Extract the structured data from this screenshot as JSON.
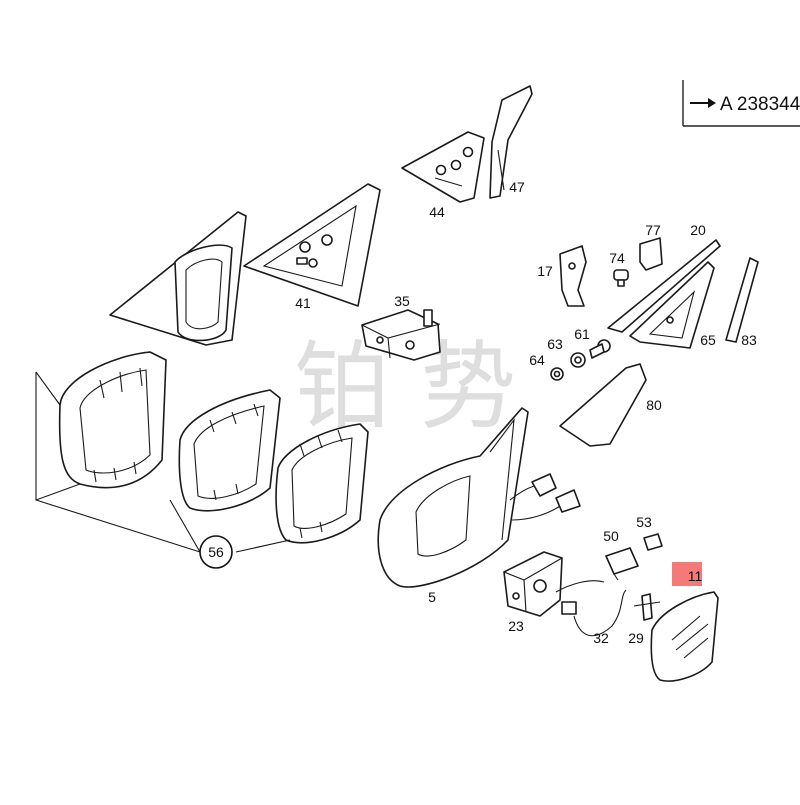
{
  "reference": {
    "text": "A 238344",
    "arrow_icon": "right-arrow-icon"
  },
  "watermark": {
    "text": "铂势"
  },
  "highlight_color": "#f36b6b",
  "callouts": [
    {
      "id": "callout-47",
      "label": "47"
    },
    {
      "id": "callout-44",
      "label": "44"
    },
    {
      "id": "callout-41",
      "label": "41"
    },
    {
      "id": "callout-35",
      "label": "35"
    },
    {
      "id": "callout-17",
      "label": "17"
    },
    {
      "id": "callout-74",
      "label": "74"
    },
    {
      "id": "callout-77",
      "label": "77"
    },
    {
      "id": "callout-20",
      "label": "20"
    },
    {
      "id": "callout-64",
      "label": "64"
    },
    {
      "id": "callout-63",
      "label": "63"
    },
    {
      "id": "callout-61",
      "label": "61"
    },
    {
      "id": "callout-65",
      "label": "65"
    },
    {
      "id": "callout-83",
      "label": "83"
    },
    {
      "id": "callout-80",
      "label": "80"
    },
    {
      "id": "callout-56",
      "label": "56"
    },
    {
      "id": "callout-5",
      "label": "5"
    },
    {
      "id": "callout-50",
      "label": "50"
    },
    {
      "id": "callout-53",
      "label": "53"
    },
    {
      "id": "callout-11",
      "label": "11"
    },
    {
      "id": "callout-23",
      "label": "23"
    },
    {
      "id": "callout-32",
      "label": "32"
    },
    {
      "id": "callout-29",
      "label": "29"
    }
  ]
}
